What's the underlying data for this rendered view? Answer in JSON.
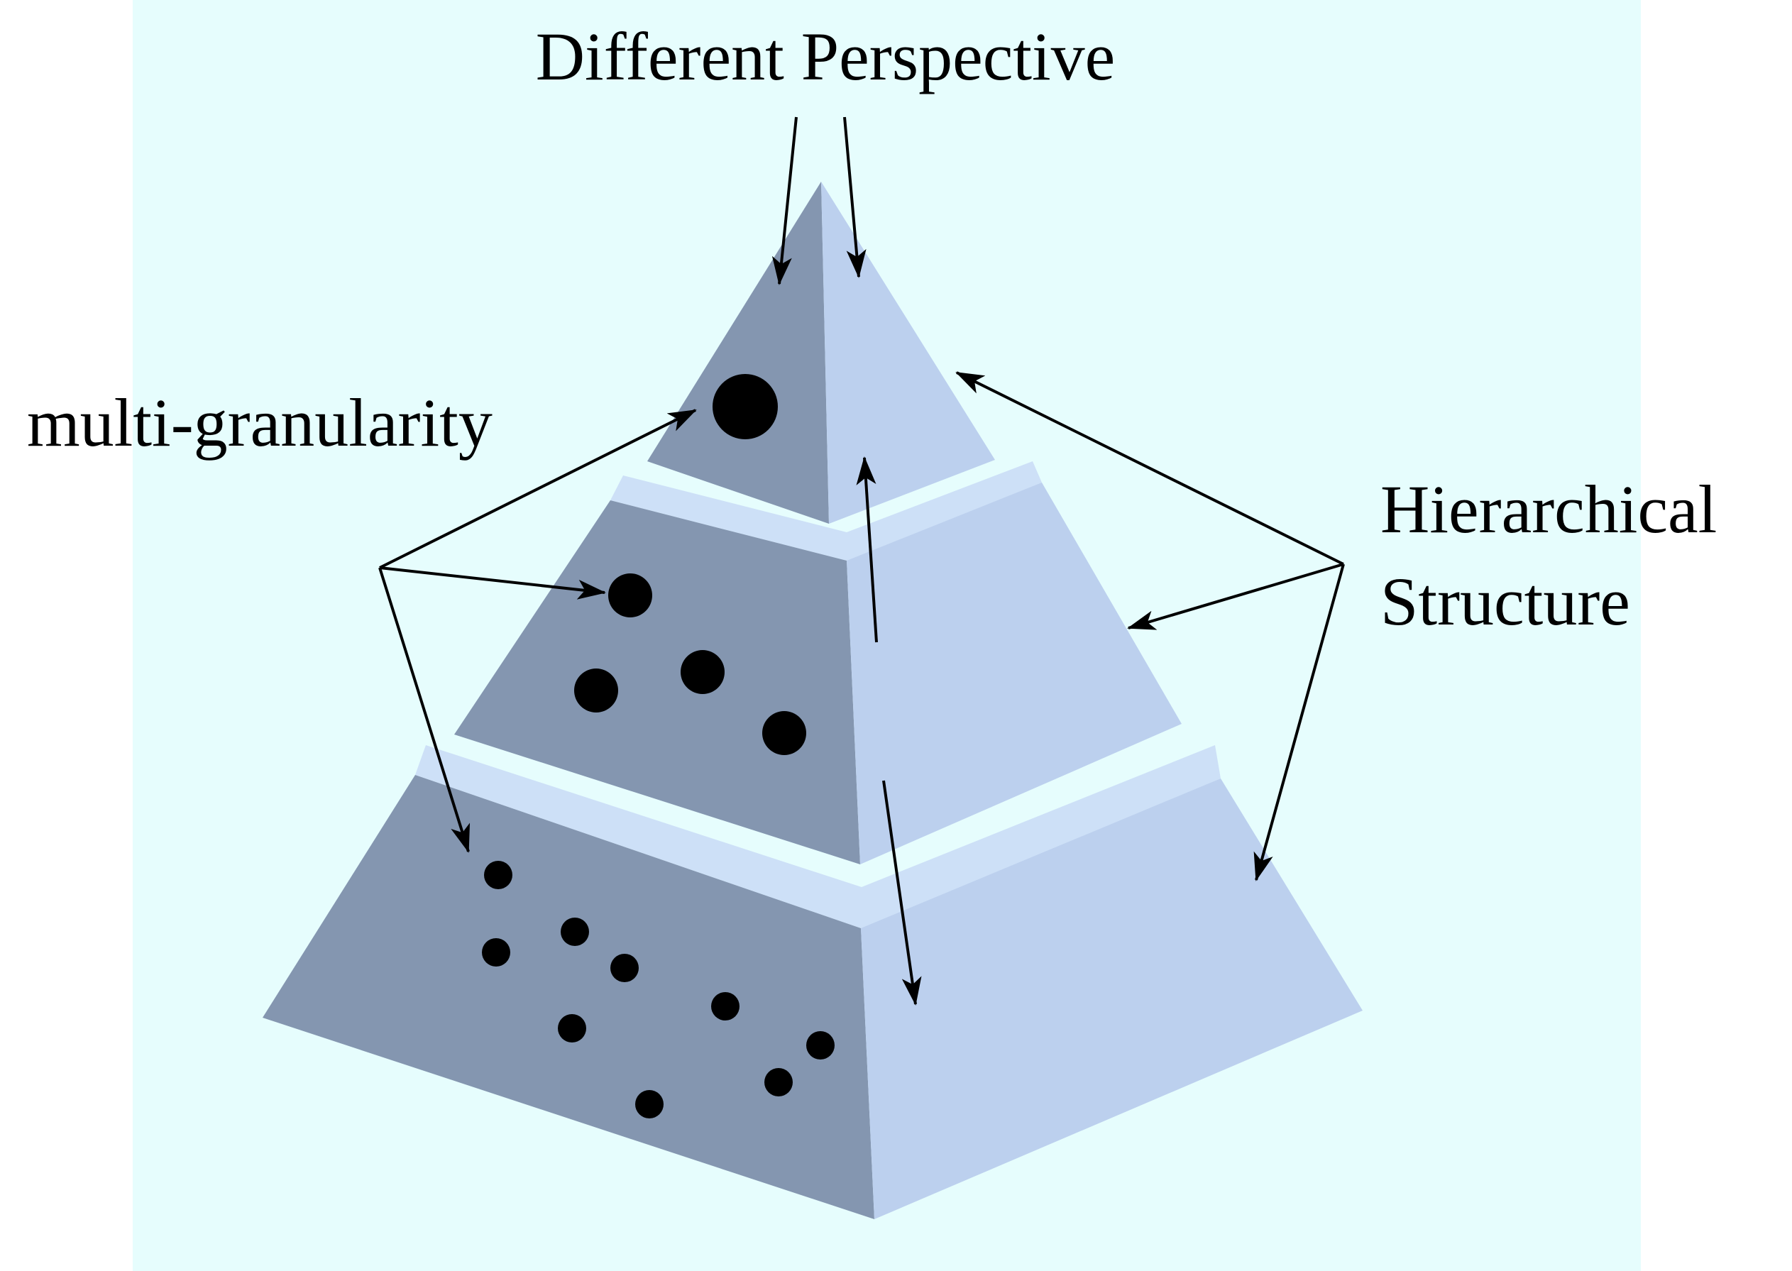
{
  "labels": {
    "top": "Different Perspective",
    "left": "multi-granularity",
    "right_line1": "Hierarchical",
    "right_line2": "Structure"
  },
  "colors": {
    "background": "#e6fdfd",
    "face_dark": "#8496b0",
    "face_light": "#bcd0ee",
    "ledge": "#cde0f7",
    "ledge_side": "#c2d6f2",
    "dots": "#000000",
    "arrows": "#000000"
  }
}
